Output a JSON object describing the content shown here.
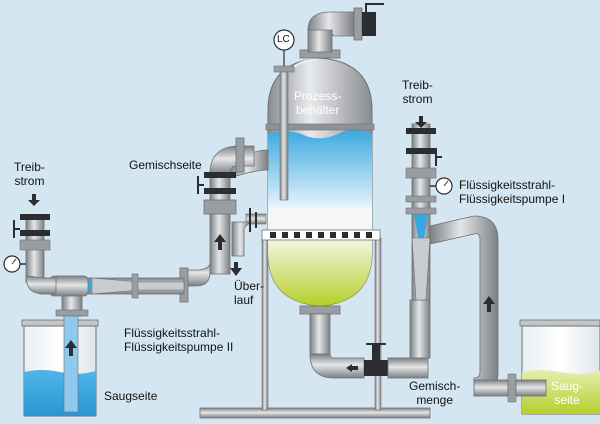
{
  "labels": {
    "treibstrom_left": [
      "Treib-",
      "strom"
    ],
    "treibstrom_right": [
      "Treib-",
      "strom"
    ],
    "gemischseite": "Gemischseite",
    "prozessbehaelter": [
      "Prozess-",
      "behälter"
    ],
    "ueberlauf": [
      "Über-",
      "lauf"
    ],
    "pumpe_2": [
      "Flüssigkeitsstrahl-",
      "Flüssigkeitspumpe II"
    ],
    "pumpe_1": [
      "Flüssigkeitsstrahl-",
      "Flüssigkeitspumpe I"
    ],
    "saugseite_left": "Saugseite",
    "saugseite_right": [
      "Saug-",
      "seite"
    ],
    "gemischmenge": [
      "Gemisch-",
      "menge"
    ],
    "lc": "LC"
  },
  "colors": {
    "background": "#d4e6f1",
    "pipe": "#a9acaf",
    "pipe_edge": "#6e7174",
    "flange": "#9a9da1",
    "dark": "#2b2d30",
    "water": "#3aa8e0",
    "mixture": "#b5cf2a"
  },
  "icons": {
    "flow_arrow": "flow-arrow-icon",
    "gauge": "pressure-gauge-icon",
    "valve": "hand-valve-icon",
    "level_controller": "level-controller-icon"
  }
}
